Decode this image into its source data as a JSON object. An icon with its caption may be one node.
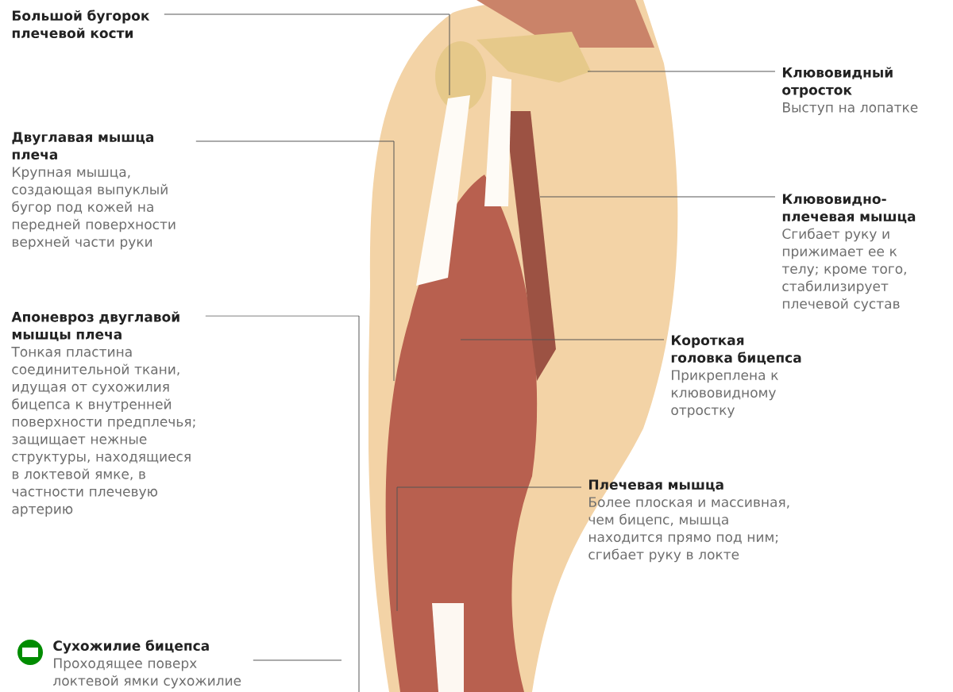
{
  "diagram": {
    "nodes": [
      {
        "text": [
          "Большой бугорок плечевой кости"
        ]
      },
      {
        "text": [
          "Двуглавая мышца плеча",
          "Крупная мышца, создающая выпуклый бугор под кожей на передней поверхности верхней части руки"
        ]
      },
      {
        "text": [
          "Апоневроз двуглавой мышцы плеча",
          "Тонкая пластина соединительной ткани, идущая от сухожилия бицепса к внутренней поверхности предплечья; защищает нежные структуры, находящиеся в локтевой ямке, в частности плечевую артерию"
        ]
      },
      {
        "text": [
          "Сухожилие бицепса",
          "Проходящее поверх локтевой ямки сухожилие"
        ]
      },
      {
        "text": [
          "Клювовидный отросток",
          "Выступ на лопатке"
        ]
      },
      {
        "text": [
          "Клювовидно-плечевая мышца",
          "Сгибает руку и прижимает ее к телу; кроме того, стабилизирует плечевой сустав"
        ]
      },
      {
        "text": [
          "Короткая головка бицепса",
          "Прикреплена к клювовидному отростку"
        ]
      },
      {
        "text": [
          "Плечевая мышца",
          "Более плоская и массивная, чем бицепс, мышца находится прямо под ним; сгибает руку в локте"
        ]
      }
    ],
    "edges": [
      {
        "from": 0,
        "to": null,
        "arrow": "none"
      },
      {
        "from": 1,
        "to": null,
        "arrow": "none"
      },
      {
        "from": 2,
        "to": null,
        "arrow": "none"
      },
      {
        "from": 3,
        "to": null,
        "arrow": "none"
      },
      {
        "from": 4,
        "to": null,
        "arrow": "none"
      },
      {
        "from": 5,
        "to": null,
        "arrow": "none"
      },
      {
        "from": 6,
        "to": null,
        "arrow": "none"
      },
      {
        "from": 7,
        "to": null,
        "arrow": "none"
      }
    ]
  }
}
